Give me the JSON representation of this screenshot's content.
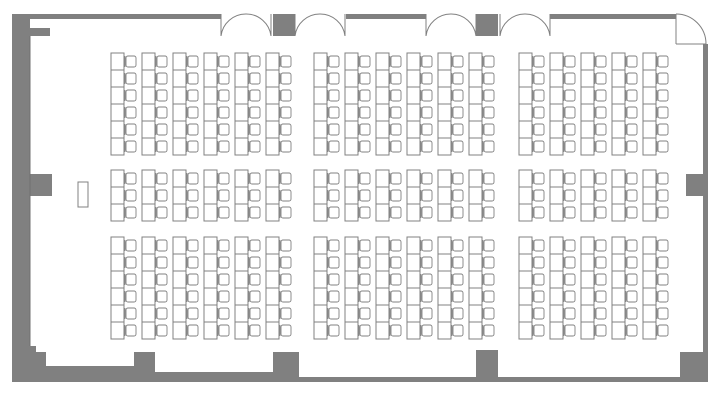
{
  "floor_plan": {
    "layout": "classroom",
    "accent_colors": {
      "wall": "#808080",
      "furniture_stroke": "#808080",
      "background": "#ffffff"
    },
    "sections": [
      {
        "name": "front-block",
        "columns_per_side": [
          6,
          6,
          5
        ],
        "rows": 6
      },
      {
        "name": "middle-block",
        "columns_per_side": [
          6,
          6,
          5
        ],
        "rows": 3
      },
      {
        "name": "back-block",
        "columns_per_side": [
          6,
          6,
          5
        ],
        "rows": 6
      }
    ],
    "doors": 5,
    "lectern": 1
  }
}
